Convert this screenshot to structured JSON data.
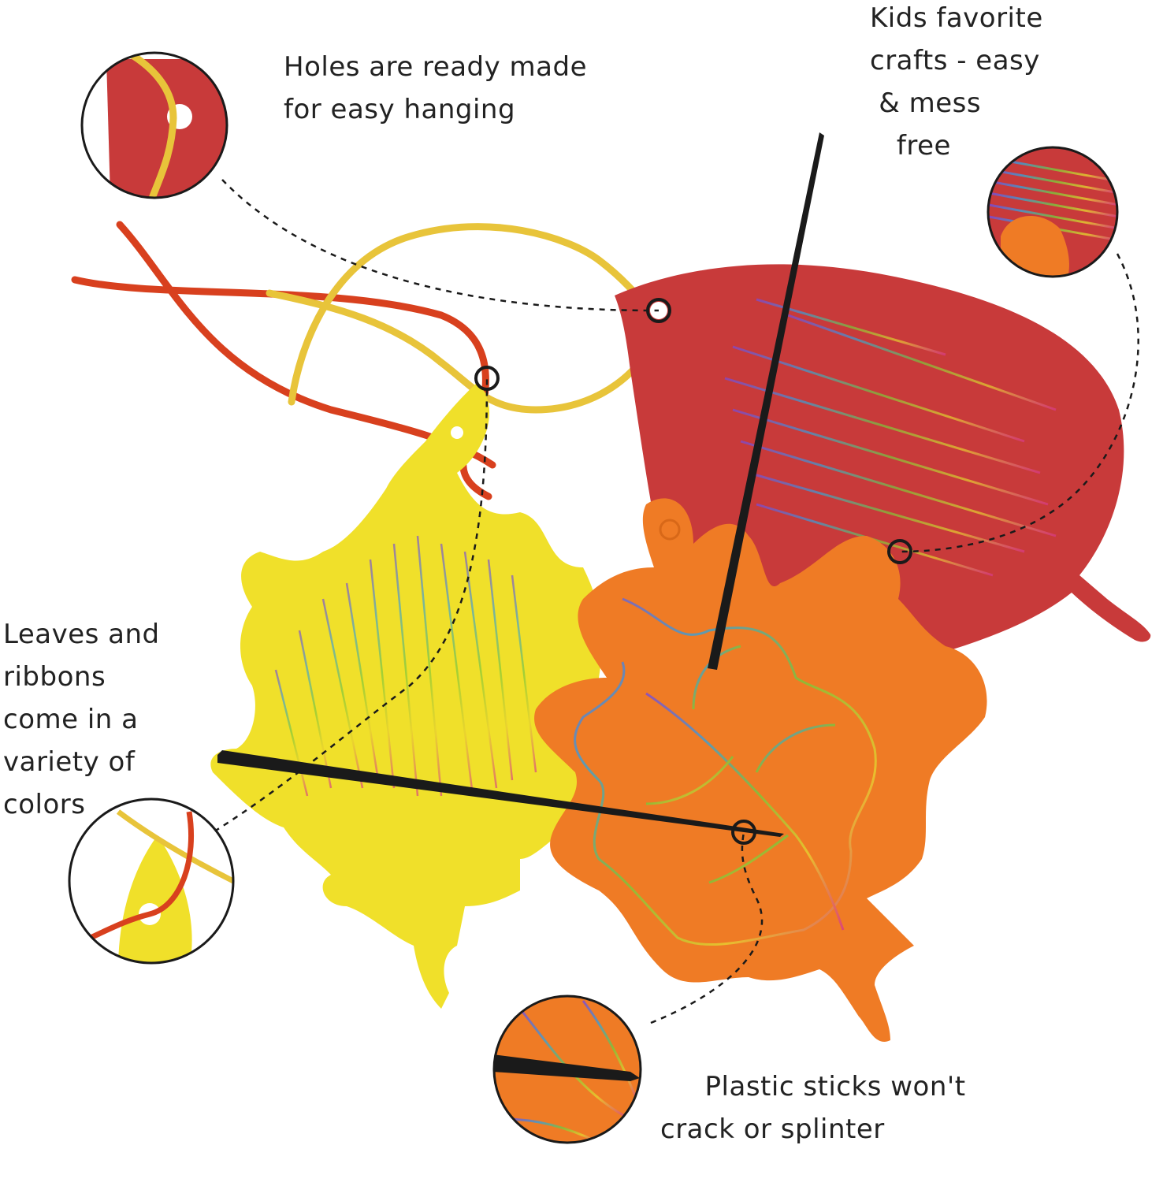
{
  "callouts": {
    "holes": {
      "lines": [
        "Holes are ready made",
        "for easy hanging"
      ]
    },
    "kids": {
      "lines": [
        "Kids favorite",
        "crafts - easy",
        " & mess",
        "   free"
      ]
    },
    "leaves": {
      "lines": [
        "Leaves and",
        "ribbons",
        "come in a",
        "variety of",
        "colors"
      ]
    },
    "sticks": {
      "lines": [
        "     Plastic sticks won't",
        "crack or splinter"
      ]
    }
  },
  "colors": {
    "red_leaf": "#c83a3a",
    "orange_leaf": "#ef7b25",
    "yellow_leaf": "#f0e02a",
    "yellow_ribbon": "#e8c43a",
    "red_ribbon": "#d8401e",
    "stick": "#1a1a1a"
  },
  "icons": [
    "hole-magnifier-icon",
    "scratch-magnifier-icon",
    "ribbon-magnifier-icon",
    "stick-magnifier-icon"
  ]
}
